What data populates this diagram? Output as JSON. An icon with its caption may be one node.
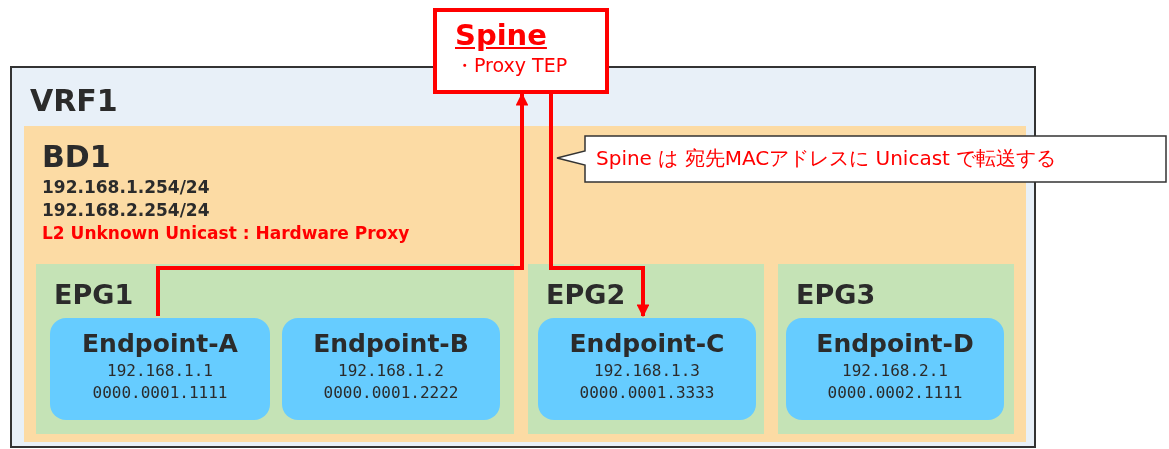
{
  "diagram": {
    "nodes": [
      {
        "text": [
          "Spine",
          "・Proxy TEP"
        ]
      },
      {
        "text": [
          "VRF1"
        ]
      },
      {
        "text": [
          "BD1",
          "192.168.1.254/24",
          "192.168.2.254/24",
          "L2 Unknown Unicast : Hardware Proxy"
        ],
        "in": 1
      },
      {
        "text": [
          "EPG1"
        ],
        "in": 2
      },
      {
        "text": [
          "Endpoint-A",
          "192.168.1.1",
          "0000.0001.1111"
        ],
        "in": 3
      },
      {
        "text": [
          "Endpoint-B",
          "192.168.1.2",
          "0000.0001.2222"
        ],
        "in": 3
      },
      {
        "text": [
          "EPG2"
        ],
        "in": 2
      },
      {
        "text": [
          "Endpoint-C",
          "192.168.1.3",
          "0000.0001.3333"
        ],
        "in": 6
      },
      {
        "text": [
          "EPG3"
        ],
        "in": 2
      },
      {
        "text": [
          "Endpoint-D",
          "192.168.2.1",
          "0000.0002.1111"
        ],
        "in": 8
      },
      {
        "text": [
          "Spine は 宛先MACアドレスに Unicast で転送する"
        ]
      }
    ],
    "edges": [
      {
        "from": 4,
        "to": 0,
        "arrow": "to"
      },
      {
        "from": 0,
        "to": 7,
        "arrow": "to"
      }
    ]
  }
}
